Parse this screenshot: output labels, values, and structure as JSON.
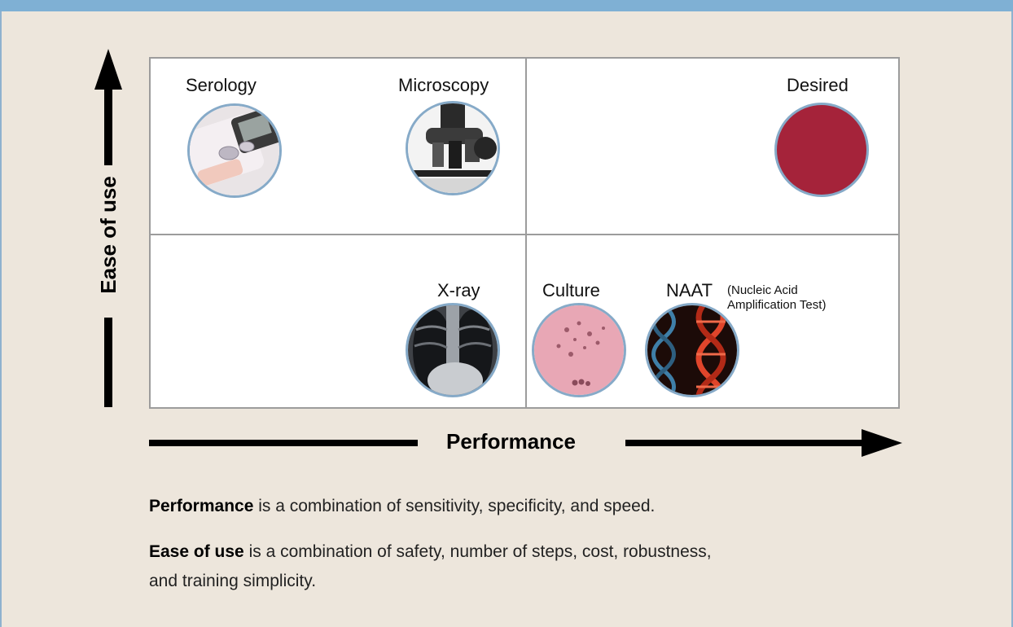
{
  "quadrants": {
    "serology": "Serology",
    "microscopy": "Microscopy",
    "desired": "Desired",
    "xray": "X-ray",
    "culture": "Culture",
    "naat": "NAAT",
    "naat_sub": "(Nucleic Acid Amplification Test)"
  },
  "axes": {
    "y_label": "Ease of use",
    "x_label": "Performance"
  },
  "notes": {
    "performance_term": "Performance",
    "performance_text": " is a combination of sensitivity, specificity, and speed.",
    "ease_term": "Ease of use",
    "ease_text": " is a combination of safety, number of steps, cost, robustness, and training simplicity."
  },
  "colors": {
    "top_bar": "#7fb0d4",
    "background": "#ede6dc",
    "desired": "#a5233a",
    "circle_border": "#86aac8"
  }
}
